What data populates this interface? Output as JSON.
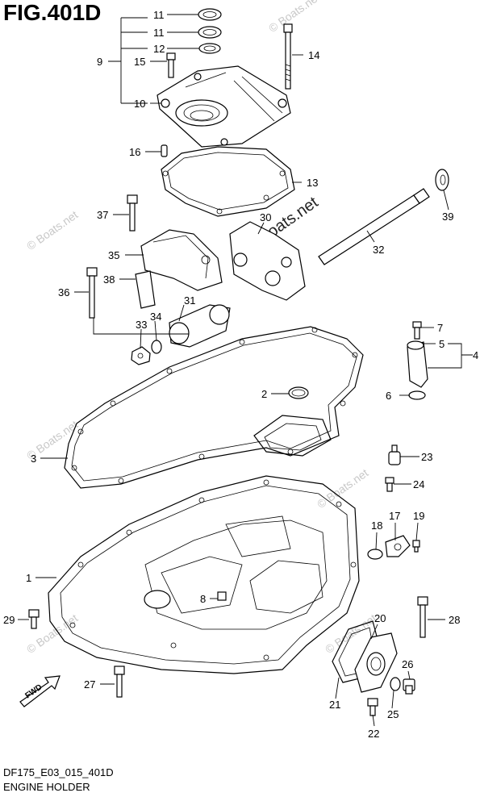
{
  "figure": {
    "title": "FIG.401D",
    "code": "DF175_E03_015_401D",
    "name": "ENGINE HOLDER",
    "watermark": "© Boats.net",
    "watermark_main": "© Boats.net"
  },
  "callouts": [
    {
      "id": "c11a",
      "label": "11"
    },
    {
      "id": "c11b",
      "label": "11"
    },
    {
      "id": "c12",
      "label": "12"
    },
    {
      "id": "c9",
      "label": "9"
    },
    {
      "id": "c15",
      "label": "15"
    },
    {
      "id": "c14",
      "label": "14"
    },
    {
      "id": "c10",
      "label": "10"
    },
    {
      "id": "c16",
      "label": "16"
    },
    {
      "id": "c13",
      "label": "13"
    },
    {
      "id": "c37",
      "label": "37"
    },
    {
      "id": "c30",
      "label": "30"
    },
    {
      "id": "c39",
      "label": "39"
    },
    {
      "id": "c32",
      "label": "32"
    },
    {
      "id": "c35",
      "label": "35"
    },
    {
      "id": "c38",
      "label": "38"
    },
    {
      "id": "c36",
      "label": "36"
    },
    {
      "id": "c31",
      "label": "31"
    },
    {
      "id": "c34",
      "label": "34"
    },
    {
      "id": "c33",
      "label": "33"
    },
    {
      "id": "c7",
      "label": "7"
    },
    {
      "id": "c5",
      "label": "5"
    },
    {
      "id": "c4",
      "label": "4"
    },
    {
      "id": "c2",
      "label": "2"
    },
    {
      "id": "c6",
      "label": "6"
    },
    {
      "id": "c3",
      "label": "3"
    },
    {
      "id": "c23",
      "label": "23"
    },
    {
      "id": "c24",
      "label": "24"
    },
    {
      "id": "c17",
      "label": "17"
    },
    {
      "id": "c19",
      "label": "19"
    },
    {
      "id": "c18",
      "label": "18"
    },
    {
      "id": "c1",
      "label": "1"
    },
    {
      "id": "c8",
      "label": "8"
    },
    {
      "id": "c29",
      "label": "29"
    },
    {
      "id": "c20",
      "label": "20"
    },
    {
      "id": "c28",
      "label": "28"
    },
    {
      "id": "c26",
      "label": "26"
    },
    {
      "id": "c27",
      "label": "27"
    },
    {
      "id": "c21",
      "label": "21"
    },
    {
      "id": "c25",
      "label": "25"
    },
    {
      "id": "c22",
      "label": "22"
    }
  ],
  "fwd_label": "FWD"
}
